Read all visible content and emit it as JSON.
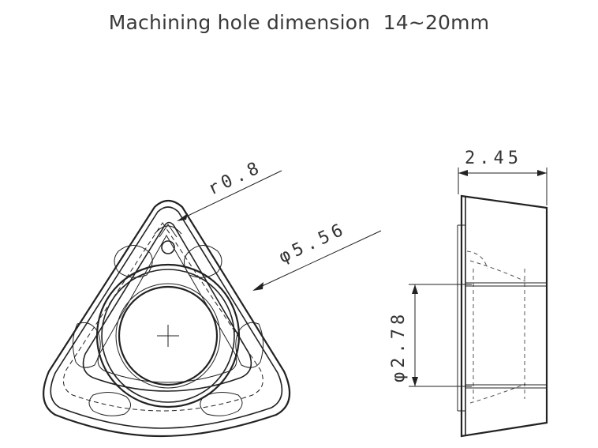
{
  "title": "Machining hole dimension  14~20mm",
  "dimensions": {
    "corner_radius": "r0.8",
    "outer_diameter": "φ5.56",
    "thickness": "2.45",
    "hole_diameter": "φ2.78"
  },
  "colors": {
    "line": "#222222",
    "text": "#333333",
    "background": "#ffffff"
  }
}
